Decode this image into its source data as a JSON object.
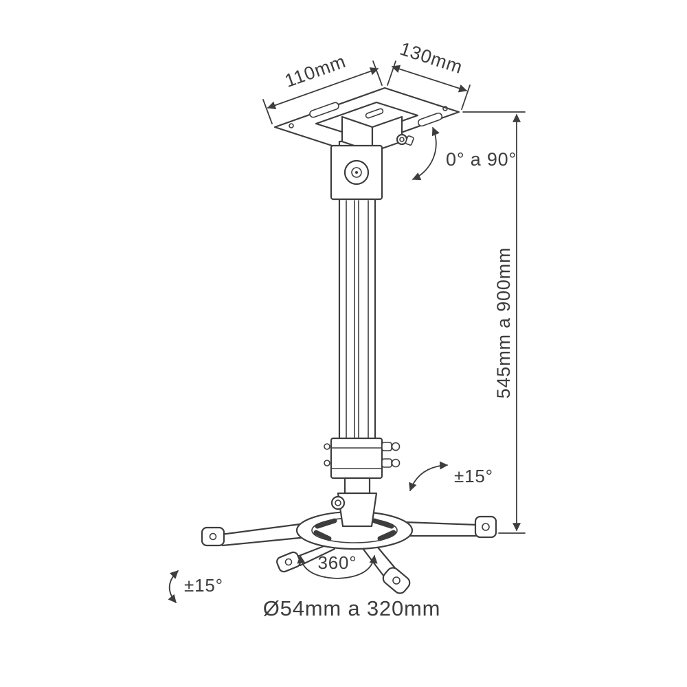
{
  "diagram": {
    "subject": "projector ceiling mount dimension drawing",
    "line_color": "#3d3d3d",
    "text_color": "#3d3d3d",
    "background_color": "#ffffff",
    "labels": {
      "top_depth": "110mm",
      "top_width": "130mm",
      "head_tilt_range": "0° a 90°",
      "height_range": "545mm a 900mm",
      "pole_tilt_range": "±15°",
      "swivel_range": "360°",
      "base_tilt_range": "±15°",
      "footprint_range": "Ø54mm a 320mm"
    }
  }
}
